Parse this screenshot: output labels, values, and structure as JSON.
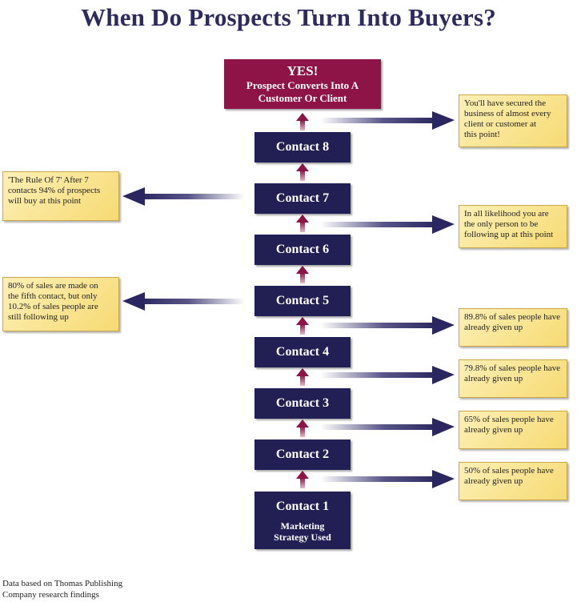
{
  "title": "When Do Prospects Turn Into Buyers?",
  "yes_box": {
    "title": "YES!",
    "subtitle_line1": "Prospect Converts Into A",
    "subtitle_line2": "Customer Or Client"
  },
  "contacts": {
    "c8": "Contact 8",
    "c7": "Contact 7",
    "c6": "Contact 6",
    "c5": "Contact 5",
    "c4": "Contact 4",
    "c3": "Contact 3",
    "c2": "Contact 2",
    "c1": "Contact 1",
    "c1_sub_line1": "Marketing",
    "c1_sub_line2": "Strategy Used"
  },
  "notes": {
    "contact8": [
      "You'll have secured the",
      "business of almost every",
      "client or customer at",
      "this point!"
    ],
    "contact7": [
      "'The Rule Of 7' After 7",
      "contacts 94% of prospects",
      "will buy at this point"
    ],
    "contact6": [
      "In all likelihood you are",
      "the only person to be",
      "following up at this point"
    ],
    "contact5": [
      "80% of sales are made on",
      "the fifth contact, but only",
      "10.2% of sales people are",
      "still following up"
    ],
    "contact4": [
      "89.8% of sales people have",
      "already given up"
    ],
    "contact3": [
      "79.8% of sales people have",
      "already given up"
    ],
    "contact2": [
      "65% of sales people have",
      "already given up"
    ],
    "contact1": [
      "50% of sales people have",
      "already given up"
    ]
  },
  "footer": {
    "line1": "Data based on Thomas Publishing",
    "line2": "Company research findings"
  },
  "colors": {
    "navy": "#221f55",
    "crimson": "#8e1447",
    "arrow_up": "#8e1447",
    "side_arrow": "#3a3672",
    "note_fill": "#f6da73"
  }
}
